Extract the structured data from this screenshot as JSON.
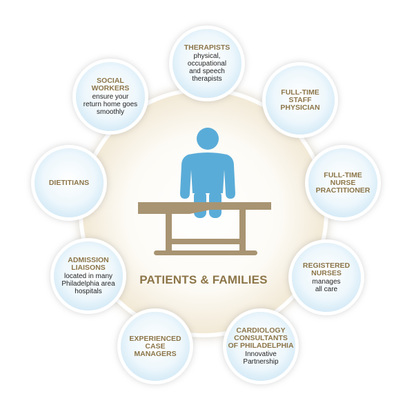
{
  "center": {
    "label": "PATIENTS & FAMILIES"
  },
  "nodes": [
    {
      "id": "therapists",
      "title": [
        "THERAPISTS"
      ],
      "desc": [
        "physical,",
        "occupational",
        "and speech",
        "therapists"
      ]
    },
    {
      "id": "staff-physician",
      "title": [
        "FULL-TIME",
        "STAFF",
        "PHYSICIAN"
      ],
      "desc": []
    },
    {
      "id": "nurse-practitioner",
      "title": [
        "FULL-TIME",
        "NURSE",
        "PRACTITIONER"
      ],
      "desc": []
    },
    {
      "id": "registered-nurses",
      "title": [
        "REGISTERED",
        "NURSES"
      ],
      "desc": [
        "manages",
        "all care"
      ]
    },
    {
      "id": "cardiology-consultants",
      "title": [
        "CARDIOLOGY",
        "CONSULTANTS",
        "OF PHILADELPHIA"
      ],
      "desc": [
        "Innovative",
        "Partnership"
      ]
    },
    {
      "id": "case-managers",
      "title": [
        "EXPERIENCED",
        "CASE",
        "MANAGERS"
      ],
      "desc": []
    },
    {
      "id": "admission-liaisons",
      "title": [
        "ADMISSION",
        "LIAISONS"
      ],
      "desc": [
        "located in many",
        "Philadelphia area",
        "hospitals"
      ]
    },
    {
      "id": "dietitians",
      "title": [
        "DIETITIANS"
      ],
      "desc": []
    },
    {
      "id": "social-workers",
      "title": [
        "SOCIAL",
        "WORKERS"
      ],
      "desc": [
        "ensure your",
        "return home goes",
        "smoothly"
      ]
    }
  ],
  "colors": {
    "title_gold": "#8c7548",
    "figure_blue": "#5aacd8",
    "bed_tan": "#a89472"
  }
}
